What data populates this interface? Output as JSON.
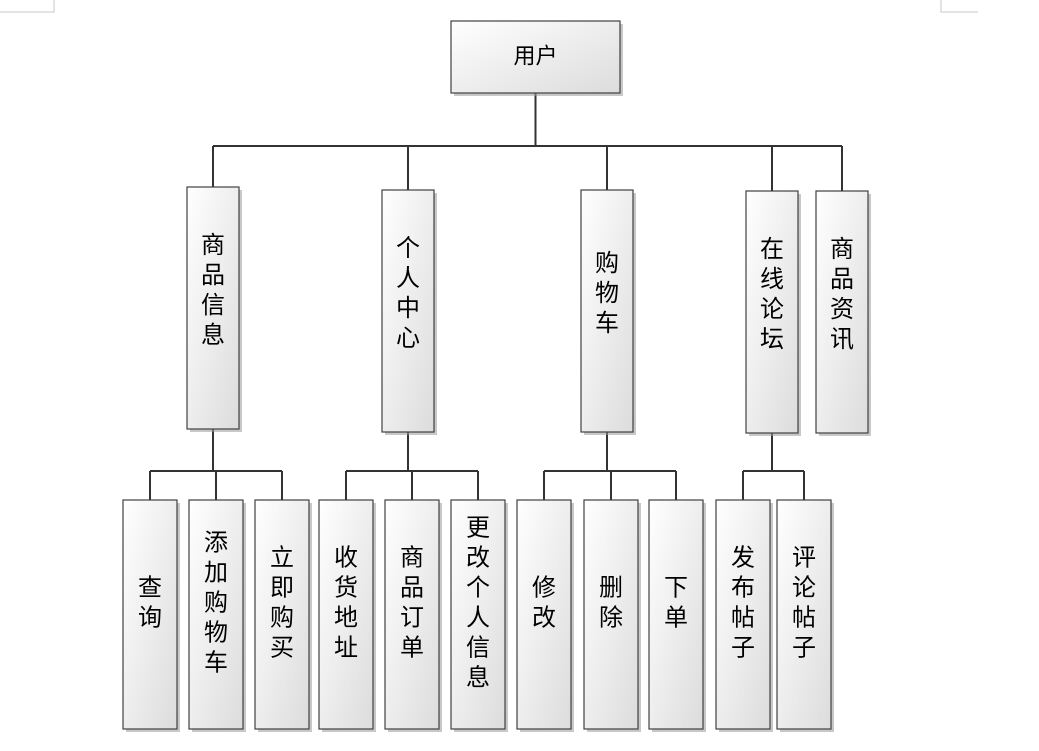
{
  "diagram": {
    "root": "用户",
    "modules": [
      {
        "id": "goods-info",
        "label": "商品信息",
        "children": [
          "查询",
          "添加购物车",
          "立即购买"
        ]
      },
      {
        "id": "personal-center",
        "label": "个人中心",
        "children": [
          "收货地址",
          "商品订单",
          "更改个人信息"
        ]
      },
      {
        "id": "cart",
        "label": "购物车",
        "children": [
          "修改",
          "删除",
          "下单"
        ]
      },
      {
        "id": "forum",
        "label": "在线论坛",
        "children": [
          "发布帖子",
          "评论帖子"
        ]
      },
      {
        "id": "goods-news",
        "label": "商品资讯",
        "children": []
      }
    ]
  }
}
